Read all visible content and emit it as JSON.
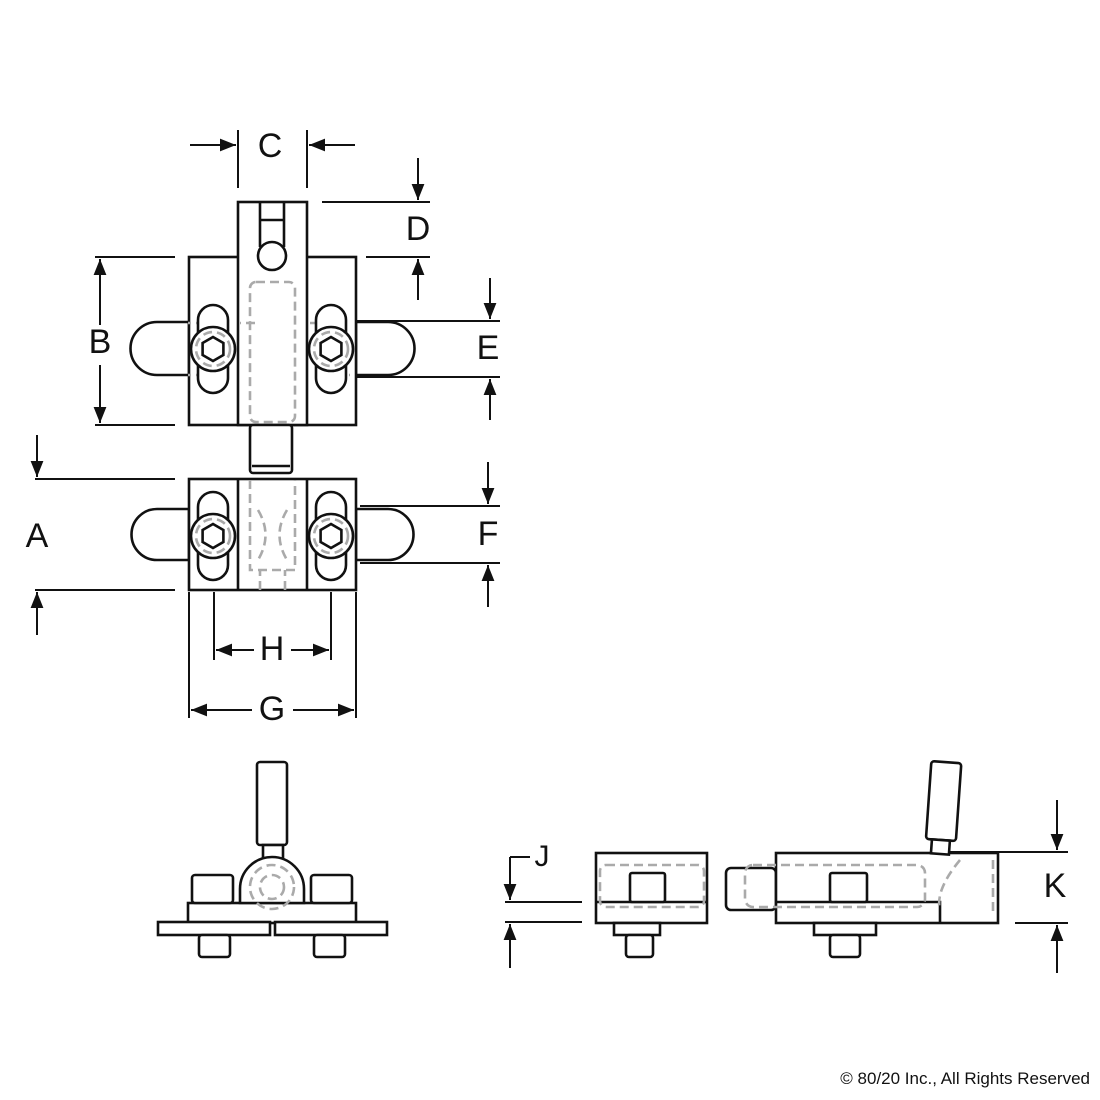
{
  "dimensions": {
    "A": "A",
    "B": "B",
    "C": "C",
    "D": "D",
    "E": "E",
    "F": "F",
    "G": "G",
    "H": "H",
    "J": "J",
    "K": "K"
  },
  "copyright": "© 80/20 Inc., All Rights Reserved"
}
